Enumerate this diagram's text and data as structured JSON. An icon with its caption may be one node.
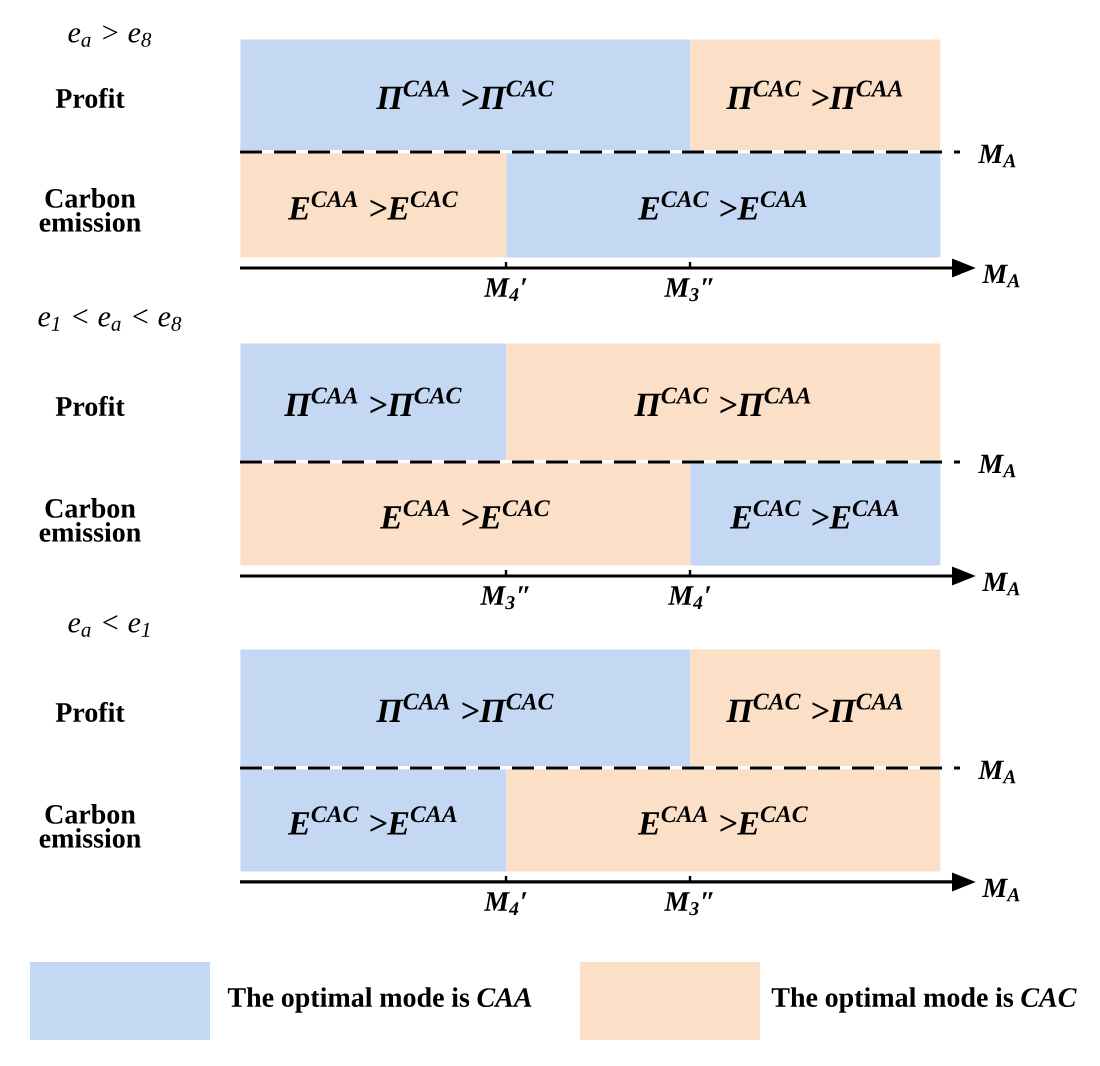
{
  "diagram": {
    "nodes": [
      {
        "text": [
          "Π$^{CAA}$ >Π$^{CAC}$"
        ]
      },
      {
        "text": [
          "Π$^{CAC}$ >Π$^{CAA}$"
        ]
      },
      {
        "text": [
          "E$^{CAA}$ >E$^{CAC}$"
        ]
      },
      {
        "text": [
          "E$^{CAC}$ >E$^{CAA}$"
        ]
      },
      {
        "text": [
          "Π$^{CAA}$ >Π$^{CAC}$"
        ]
      },
      {
        "text": [
          "Π$^{CAC}$ >Π$^{CAA}$"
        ]
      },
      {
        "text": [
          "E$^{CAA}$ >E$^{CAC}$"
        ]
      },
      {
        "text": [
          "E$^{CAC}$ >E$^{CAA}$"
        ]
      },
      {
        "text": [
          "Π$^{CAA}$ >Π$^{CAC}$"
        ]
      },
      {
        "text": [
          "Π$^{CAC}$ >Π$^{CAA}$"
        ]
      },
      {
        "text": [
          "E$^{CAC}$ >E$^{CAA}$"
        ]
      },
      {
        "text": [
          "E$^{CAA}$ >E$^{CAC}$"
        ]
      }
    ],
    "labels": [
      "e$_{a}$ > e$_{8}$",
      "Profit",
      "M$_{A}$",
      "Carbon emission",
      "M$_{A}$",
      "M$_{4}$′",
      "M$_{3}$″",
      "e$_{1}$ < e$_{a}$ < e$_{8}$",
      "Profit",
      "M$_{A}$",
      "Carbon emission",
      "M$_{A}$",
      "M$_{3}$″",
      "M$_{4}$′",
      "e$_{a}$ < e$_{1}$",
      "Profit",
      "M$_{A}$",
      "Carbon emission",
      "M$_{A}$",
      "M$_{4}$′",
      "M$_{3}$″"
    ],
    "legend": [
      {
        "text": "The optimal mode is *CAA*",
        "color": "#c4d8f3"
      },
      {
        "text": "The optimal mode is *CAC*",
        "color": "#fbdfc6"
      }
    ]
  }
}
